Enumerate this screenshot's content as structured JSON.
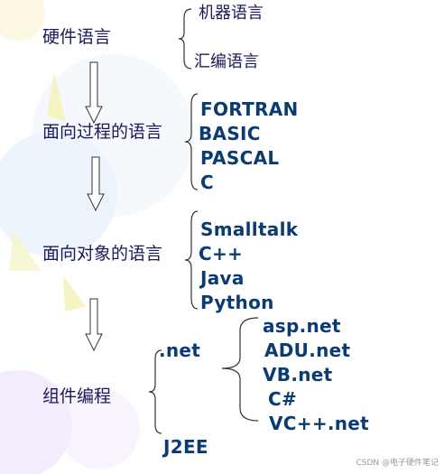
{
  "levels": [
    {
      "label": "硬件语言",
      "items": [
        "机器语言",
        "汇编语言"
      ]
    },
    {
      "label": "面向过程的语言",
      "items": [
        "FORTRAN",
        "BASIC",
        "PASCAL",
        "C"
      ]
    },
    {
      "label": "面向对象的语言",
      "items": [
        "Smalltalk",
        "C++",
        "Java",
        "Python"
      ]
    },
    {
      "label": "组件编程",
      "items": [
        ".net",
        "J2EE"
      ],
      "subitems": [
        "asp.net",
        "ADU.net",
        "VB.net",
        "C#",
        "VC++.net"
      ]
    }
  ],
  "watermark": "CSDN @电子硬件笔记",
  "colors": {
    "label": "#1a1a5a",
    "item": "#0b3b73",
    "line": "#333333",
    "arrow_fill": "#ffffff"
  }
}
